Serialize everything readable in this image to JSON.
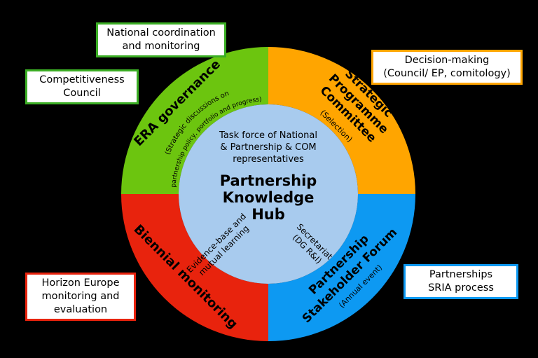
{
  "canvas": {
    "background": "#000000"
  },
  "colors": {
    "era_green": "#6CC50F",
    "strategic_orange": "#FFA500",
    "biennial_red": "#E8230D",
    "stakeholder_blue": "#0D99F2",
    "hub_fill": "#A8CBEE",
    "hub_title_blue": "#0A63C9",
    "box_green_border": "#3BAE24",
    "box_orange_border": "#FFA500",
    "box_red_border": "#E8230D",
    "box_blue_border": "#0D99F2",
    "box_background": "#FFFFFF",
    "text_black": "#000000"
  },
  "ring": {
    "era": {
      "title": "ERA governance",
      "subtitle_line1": "(Strategic discussions on",
      "subtitle_line2": "partnership policy, portfolio and progress)"
    },
    "strategic": {
      "title_line1": "Strategic",
      "title_line2": "Programme",
      "title_line3": "Committee",
      "subtitle": "(Selection)"
    },
    "biennial": {
      "title": "Biennial monitoring"
    },
    "stakeholder": {
      "title_line1": "Partnership",
      "title_line2": "Stakeholder Forum",
      "subtitle": "(Annual event)"
    }
  },
  "hub": {
    "taskforce_line1": "Task force of National",
    "taskforce_line2": "& Partnership & COM",
    "taskforce_line3": "representatives",
    "title_line1": "Partnership",
    "title_line2": "Knowledge",
    "title_line3": "Hub",
    "evidence_line1": "Evidence-base and",
    "evidence_line2": "mutual learning",
    "secretariat_line1": "Secretariat",
    "secretariat_line2": "(DG R&I)"
  },
  "boxes": {
    "national_coordination": {
      "line1": "National coordination",
      "line2": "and monitoring"
    },
    "competitiveness_council": {
      "line1": "Competitiveness",
      "line2": "Council"
    },
    "decision_making": {
      "line1": "Decision-making",
      "line2": "(Council/ EP, comitology)"
    },
    "horizon_europe": {
      "line1": "Horizon Europe",
      "line2": "monitoring and",
      "line3": "evaluation"
    },
    "partnerships_sria": {
      "line1": "Partnerships",
      "line2": "SRIA process"
    }
  }
}
